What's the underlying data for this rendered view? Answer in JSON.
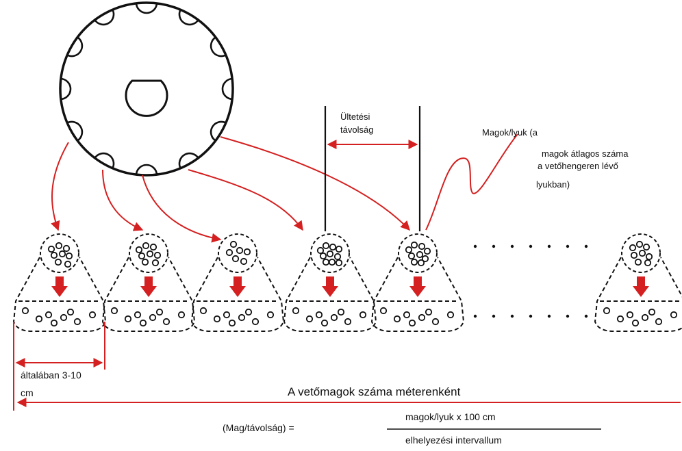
{
  "labels": {
    "spacing_line1": "Ültetési",
    "spacing_line2": "távolság",
    "seeds_hole_l1": "Magok/lyuk (a",
    "seeds_hole_l2": "magok átlagos száma",
    "seeds_hole_l3": "a vetőhengeren lévő",
    "seeds_hole_l4": "lyukban)",
    "typical_l1": "általában 3-10",
    "typical_l2": "cm",
    "per_meter": "A vetőmagok száma méterenként",
    "formula_lhs": "(Mag/távolság) =",
    "formula_num": "magok/lyuk x 100 cm",
    "formula_den": "elhelyezési intervallum"
  },
  "colors": {
    "arrow_red": "#d42020",
    "line": "#111111"
  }
}
